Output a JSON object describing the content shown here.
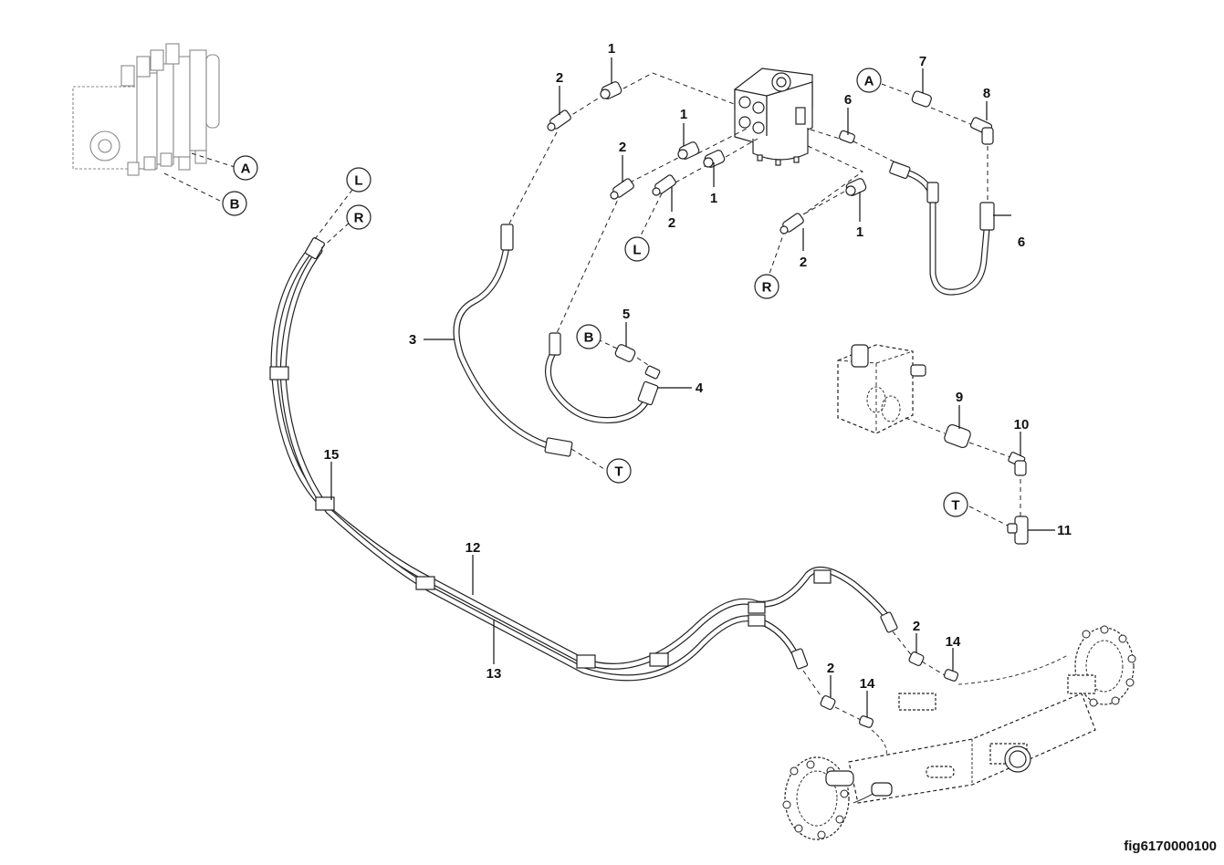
{
  "figure": {
    "reference": "fig6170000100",
    "type": "exploded hydraulic parts diagram (steering system)"
  },
  "callouts": [
    {
      "id": "c1a",
      "text": "1"
    },
    {
      "id": "c1b",
      "text": "1"
    },
    {
      "id": "c1c",
      "text": "1"
    },
    {
      "id": "c1d",
      "text": "1"
    },
    {
      "id": "c2a",
      "text": "2"
    },
    {
      "id": "c2b",
      "text": "2"
    },
    {
      "id": "c2c",
      "text": "2"
    },
    {
      "id": "c2d",
      "text": "2"
    },
    {
      "id": "c2e",
      "text": "2"
    },
    {
      "id": "c2f",
      "text": "2"
    },
    {
      "id": "c3",
      "text": "3"
    },
    {
      "id": "c4",
      "text": "4"
    },
    {
      "id": "c5",
      "text": "5"
    },
    {
      "id": "c6a",
      "text": "6"
    },
    {
      "id": "c6b",
      "text": "6"
    },
    {
      "id": "c7",
      "text": "7"
    },
    {
      "id": "c8",
      "text": "8"
    },
    {
      "id": "c9",
      "text": "9"
    },
    {
      "id": "c10",
      "text": "10"
    },
    {
      "id": "c11",
      "text": "11"
    },
    {
      "id": "c12",
      "text": "12"
    },
    {
      "id": "c13",
      "text": "13"
    },
    {
      "id": "c14a",
      "text": "14"
    },
    {
      "id": "c14b",
      "text": "14"
    },
    {
      "id": "c15",
      "text": "15"
    }
  ],
  "connectors": {
    "A": "A",
    "B": "B",
    "L": "L",
    "R": "R",
    "T": "T"
  },
  "labels": {
    "c1a": "1",
    "c1b": "1",
    "c1c": "1",
    "c1d": "1",
    "c2a": "2",
    "c2b": "2",
    "c2c": "2",
    "c2d": "2",
    "c2e": "2",
    "c2f": "2",
    "c3": "3",
    "c4": "4",
    "c5": "5",
    "c6a": "6",
    "c6b": "6",
    "c7": "7",
    "c8": "8",
    "c9": "9",
    "c10": "10",
    "c11": "11",
    "c12": "12",
    "c13": "13",
    "c14a": "14",
    "c14b": "14",
    "c15": "15"
  }
}
